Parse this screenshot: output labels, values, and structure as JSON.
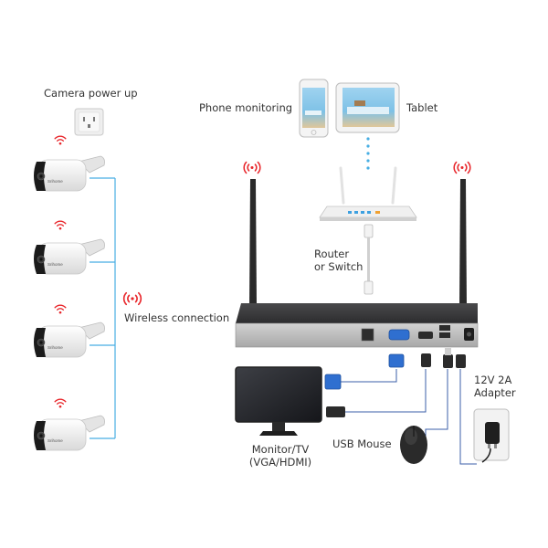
{
  "labels": {
    "camera_power": "Camera power up",
    "phone": "Phone monitoring",
    "tablet": "Tablet",
    "router_line1": "Router",
    "router_line2": "or Switch",
    "wireless": "Wireless connection",
    "monitor_line1": "Monitor/TV",
    "monitor_line2": "(VGA/HDMI)",
    "mouse": "USB Mouse",
    "adapter_line1": "12V 2A",
    "adapter_line2": "Adapter"
  },
  "camera_brand": "Srihome",
  "colors": {
    "signal": "#e8262b",
    "link_line": "#48aee3",
    "cable_line": "#3b5fa8",
    "nvr_body": "#3c3c3e",
    "antenna": "#2a2a2a",
    "vga": "#2f6fd0"
  },
  "icons": {
    "wifi": "wifi-signal-icon"
  }
}
